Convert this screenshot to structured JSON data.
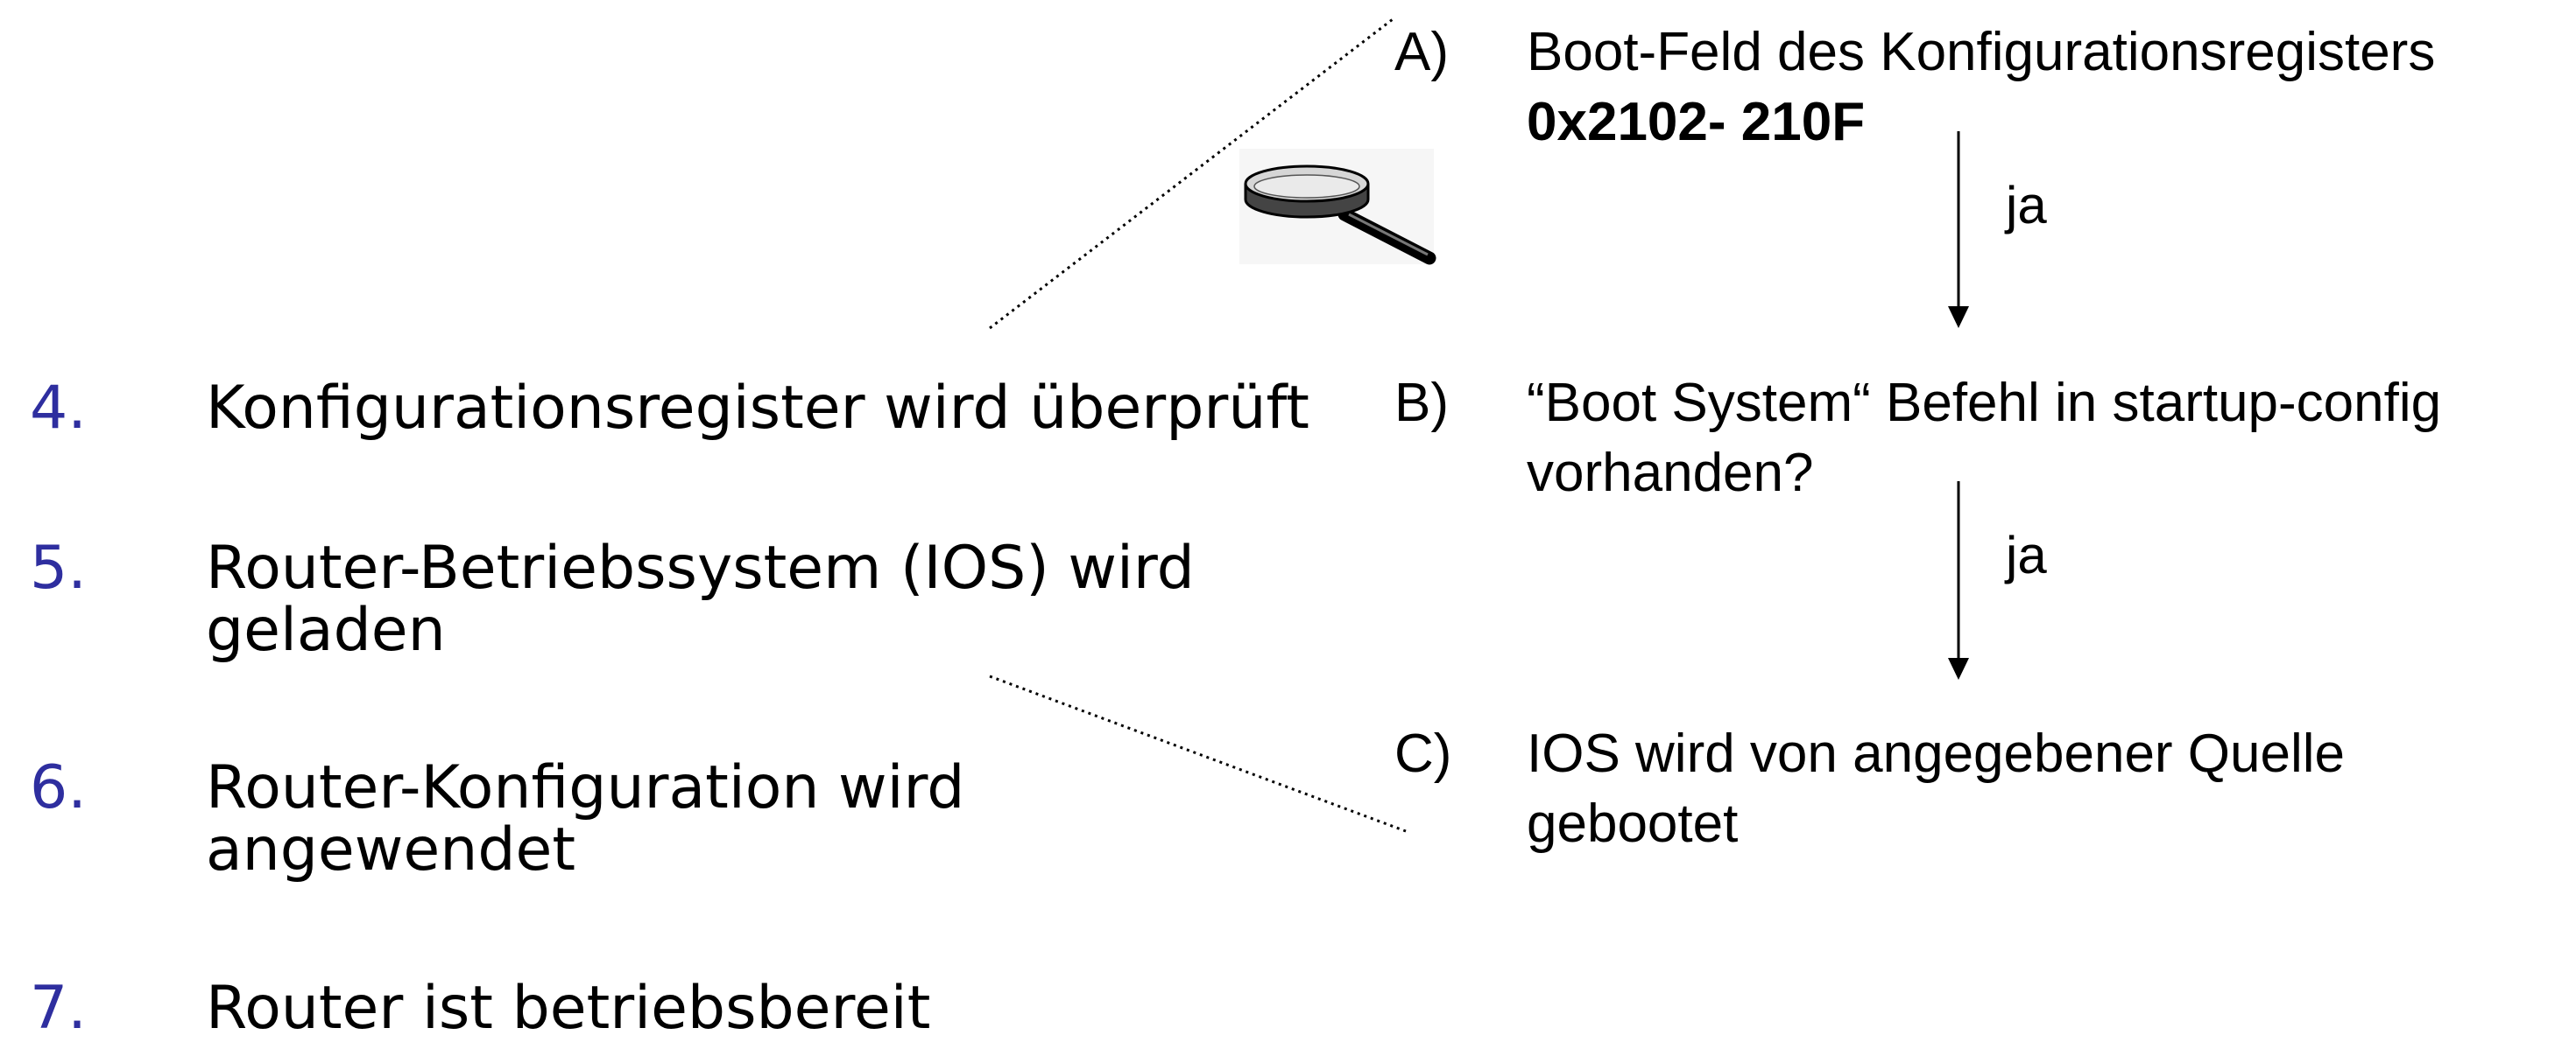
{
  "number_color": "#2e2e9f",
  "steps": [
    {
      "number": "4.",
      "lines": [
        "Konfigurationsregister wird überprüft"
      ]
    },
    {
      "number": "5.",
      "lines": [
        "Router-Betriebssystem (IOS) wird",
        "geladen"
      ]
    },
    {
      "number": "6.",
      "lines": [
        "Router-Konfiguration wird",
        "angewendet"
      ]
    },
    {
      "number": "7.",
      "lines": [
        "Router ist betriebsbereit"
      ]
    }
  ],
  "flow": {
    "a": {
      "label": "A)",
      "line1": "Boot-Feld des Konfigurationsregisters",
      "line2": "0x2102- 210F"
    },
    "b": {
      "label": "B)",
      "line1": "“Boot System“ Befehl in startup-config",
      "line2": "vorhanden?"
    },
    "c": {
      "label": "C)",
      "line1": "IOS wird von angegebener Quelle",
      "line2": "gebootet"
    },
    "arrow1_label": "ja",
    "arrow2_label": "ja"
  },
  "magnifier": {
    "icon": "magnifying-glass-icon"
  }
}
